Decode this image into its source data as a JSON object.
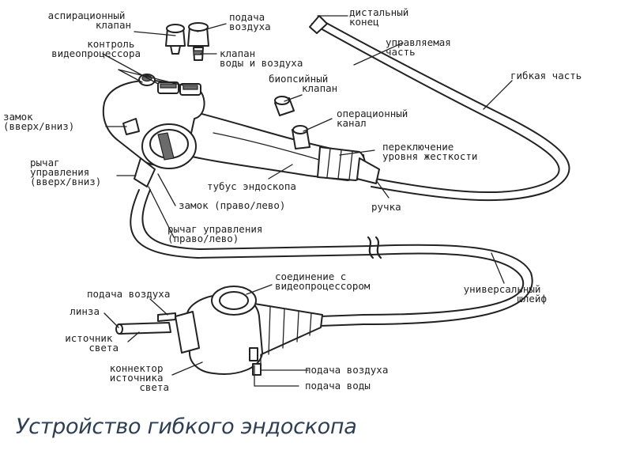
{
  "caption": "Устройство гибкого эндоскопа",
  "labels": {
    "suction_valve": [
      "аспирационный",
      "клапан"
    ],
    "videoprocessor_control": [
      "контроль",
      "видеопроцессора"
    ],
    "air_supply_top": [
      "подача",
      "воздуха"
    ],
    "air_water_valve": [
      "клапан",
      "воды и воздуха"
    ],
    "distal_end": [
      "дистальный",
      "конец"
    ],
    "bending_section": [
      "управляемая",
      "часть"
    ],
    "flexible_part": [
      "гибкая часть"
    ],
    "biopsy_valve": [
      "биопсийный",
      "клапан"
    ],
    "working_channel": [
      "операционный",
      "канал"
    ],
    "stiffness_switch": [
      "переключение",
      "уровня жесткости"
    ],
    "lock_up_down": [
      "замок",
      "(вверх/вниз)"
    ],
    "lever_up_down": [
      "рычаг",
      "управления",
      "(вверх/вниз)"
    ],
    "insertion_tube": [
      "тубус эндоскопа"
    ],
    "handle": [
      "ручка"
    ],
    "lock_right_left": [
      "замок (право/лево)"
    ],
    "lever_right_left": [
      "рычаг управления",
      "(право/лево)"
    ],
    "videoprocessor_connection": [
      "соединение с",
      "видеопроцессором"
    ],
    "universal_cord": [
      "универсальный",
      "шлейф"
    ],
    "air_supply_connector": [
      "подача воздуха"
    ],
    "lens": [
      "линза"
    ],
    "light_source": [
      "источник",
      "света"
    ],
    "light_source_connector": [
      "коннектор",
      "источника",
      "света"
    ],
    "air_supply_bottom": [
      "подача воздуха"
    ],
    "water_supply": [
      "подача воды"
    ]
  }
}
